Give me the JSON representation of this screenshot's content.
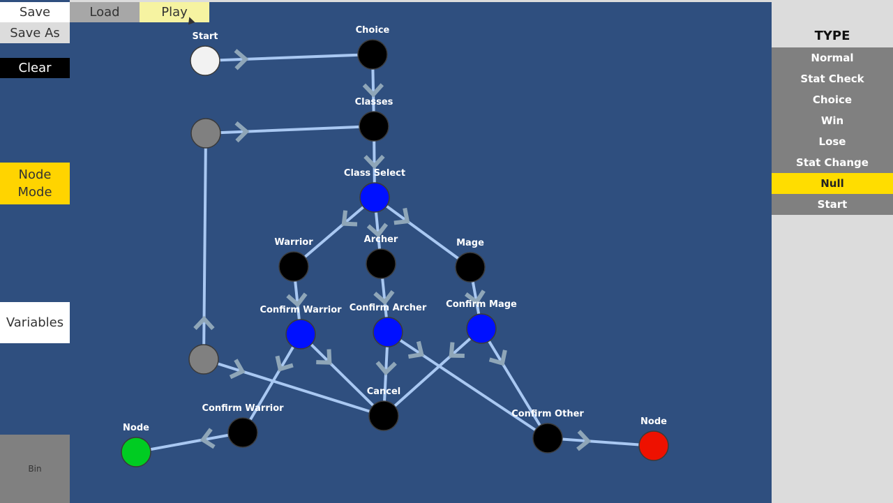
{
  "toolbar": {
    "save": "Save",
    "save_as": "Save As",
    "load": "Load",
    "play": "Play",
    "clear": "Clear",
    "node_mode": [
      "Node",
      "Mode"
    ],
    "variables": "Variables",
    "bin": "Bin"
  },
  "type_panel": {
    "title": "TYPE",
    "items": [
      {
        "label": "Normal",
        "selected": false
      },
      {
        "label": "Stat Check",
        "selected": false
      },
      {
        "label": "Choice",
        "selected": false
      },
      {
        "label": "Win",
        "selected": false
      },
      {
        "label": "Lose",
        "selected": false
      },
      {
        "label": "Stat Change",
        "selected": false
      },
      {
        "label": "Null",
        "selected": true
      },
      {
        "label": "Start",
        "selected": false
      }
    ]
  },
  "graph": {
    "nodes": [
      {
        "id": "start",
        "label": "Start",
        "color": "#f2f2f2"
      },
      {
        "id": "choice",
        "label": "Choice",
        "color": "#000000"
      },
      {
        "id": "gray1",
        "label": "",
        "color": "#808080"
      },
      {
        "id": "classes",
        "label": "Classes",
        "color": "#000000"
      },
      {
        "id": "classselect",
        "label": "Class Select",
        "color": "#0010ff"
      },
      {
        "id": "warrior",
        "label": "Warrior",
        "color": "#000000"
      },
      {
        "id": "archer",
        "label": "Archer",
        "color": "#000000"
      },
      {
        "id": "mage",
        "label": "Mage",
        "color": "#000000"
      },
      {
        "id": "cwarrior",
        "label": "Confirm Warrior",
        "color": "#0010ff"
      },
      {
        "id": "carcher",
        "label": "Confirm Archer",
        "color": "#0010ff"
      },
      {
        "id": "cmage",
        "label": "Confirm Mage",
        "color": "#0010ff"
      },
      {
        "id": "gray2",
        "label": "",
        "color": "#808080"
      },
      {
        "id": "cancel",
        "label": "Cancel",
        "color": "#000000"
      },
      {
        "id": "cwarrior2",
        "label": "Confirm Warrior",
        "color": "#000000"
      },
      {
        "id": "cother",
        "label": "Confirm Other",
        "color": "#000000"
      },
      {
        "id": "nodegreen",
        "label": "Node",
        "color": "#00cc22"
      },
      {
        "id": "nodered",
        "label": "Node",
        "color": "#ee1100"
      }
    ],
    "edges": [
      [
        "start",
        "choice"
      ],
      [
        "choice",
        "classes"
      ],
      [
        "gray1",
        "classes"
      ],
      [
        "classes",
        "classselect"
      ],
      [
        "classselect",
        "warrior"
      ],
      [
        "classselect",
        "archer"
      ],
      [
        "classselect",
        "mage"
      ],
      [
        "warrior",
        "cwarrior"
      ],
      [
        "archer",
        "carcher"
      ],
      [
        "mage",
        "cmage"
      ],
      [
        "cwarrior",
        "cwarrior2"
      ],
      [
        "cwarrior",
        "cancel"
      ],
      [
        "carcher",
        "cancel"
      ],
      [
        "carcher",
        "cother"
      ],
      [
        "cmage",
        "cancel"
      ],
      [
        "cmage",
        "cother"
      ],
      [
        "gray2",
        "gray1"
      ],
      [
        "gray2",
        "cancel"
      ],
      [
        "cwarrior2",
        "nodegreen"
      ],
      [
        "cother",
        "nodered"
      ]
    ]
  }
}
